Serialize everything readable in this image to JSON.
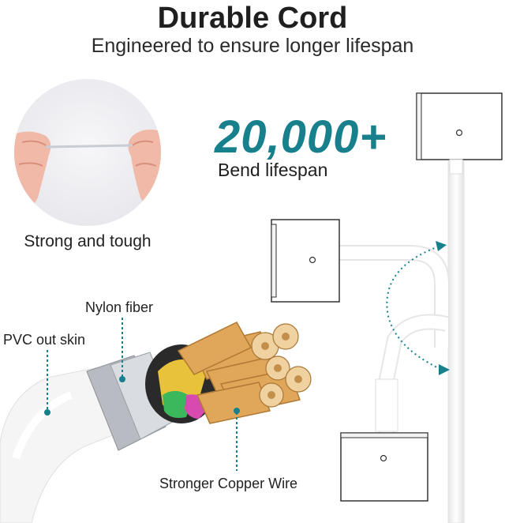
{
  "heading": {
    "title": "Durable Cord",
    "subtitle": "Engineered to ensure longer lifespan"
  },
  "bend": {
    "count": "20,000+",
    "caption": "Bend lifespan"
  },
  "strength": {
    "caption": "Strong and tough"
  },
  "layers": {
    "nylon": "Nylon fiber",
    "pvc": "PVC out skin",
    "copper": "Stronger Copper Wire"
  },
  "colors": {
    "accent": "#17808c",
    "connector_outline": "#333333",
    "cable": "#ffffff"
  },
  "icons": [
    "pinch-hand-icon",
    "cable-cross-section-icon",
    "magnetic-connector-icon",
    "bend-arrow-icon"
  ]
}
